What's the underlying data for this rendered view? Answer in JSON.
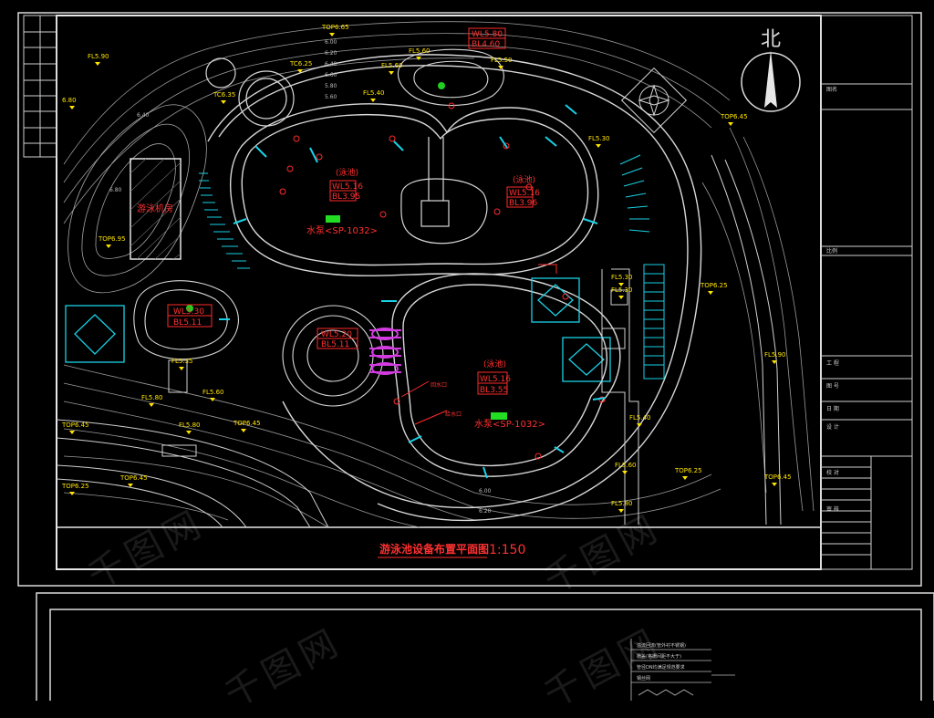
{
  "drawing": {
    "title": "游泳池设备布置平面图",
    "scale": "1:150",
    "north": "北",
    "machine_room": "游泳机房"
  },
  "pool_labels": {
    "upper_left": {
      "tag": "(泳池)",
      "wl": "WL5.16",
      "bl": "BL3.95"
    },
    "upper_right": {
      "tag": "(泳池)",
      "wl": "WL5.16",
      "bl": "BL3.96"
    },
    "lower": {
      "tag": "(泳池)",
      "wl": "WL5.16",
      "bl": "BL3.55"
    },
    "small_left": {
      "wl": "WL5.30",
      "bl": "BL5.11"
    },
    "center_small": {
      "wl": "WL5.20",
      "bl": "BL5.11"
    },
    "top_center": {
      "wl": "WL5.80",
      "bl": "BL4.60"
    },
    "pump_upper": "水泵<SP-1032>",
    "pump_lower": "水泵<SP-1032>",
    "note_a": "回水口",
    "note_b": "给水口"
  },
  "elevations": [
    "FL5.90",
    "TC6.25",
    "FL5.60",
    "FL5.60",
    "FL5.40",
    "FL5.50",
    "TC6.35",
    "6.80",
    "FL5.30",
    "TOP6.45",
    "TOP6.95",
    "FL5.30",
    "TOP6.25",
    "FL5.30",
    "FL5.90",
    "TOP6.45",
    "FL5.35",
    "FL5.80",
    "FL5.60",
    "FL5.80",
    "TOP6.25",
    "TOP6.45",
    "FL5.40",
    "TOP6.45",
    "FL5.60",
    "TOP6.45",
    "FL5.80",
    "TOP6.25",
    "TOP6.65"
  ],
  "contours": [
    "6.00",
    "6.20",
    "6.40",
    "6.60",
    "5.80",
    "5.60",
    "6.40",
    "6.80",
    "6.00",
    "6.20"
  ],
  "title_block": {
    "rows": [
      "图名",
      "比例",
      "工 程",
      "图 号",
      "日 期",
      "设 计",
      "校 对",
      "审 核"
    ]
  },
  "detail_sheet": {
    "notes": [
      "溢流回流(管外衬不锈钢)",
      "栅盖(格栅间距不大于)",
      "管径DN均满足规范要求",
      "钢丝网"
    ]
  },
  "watermark": "千图网"
}
